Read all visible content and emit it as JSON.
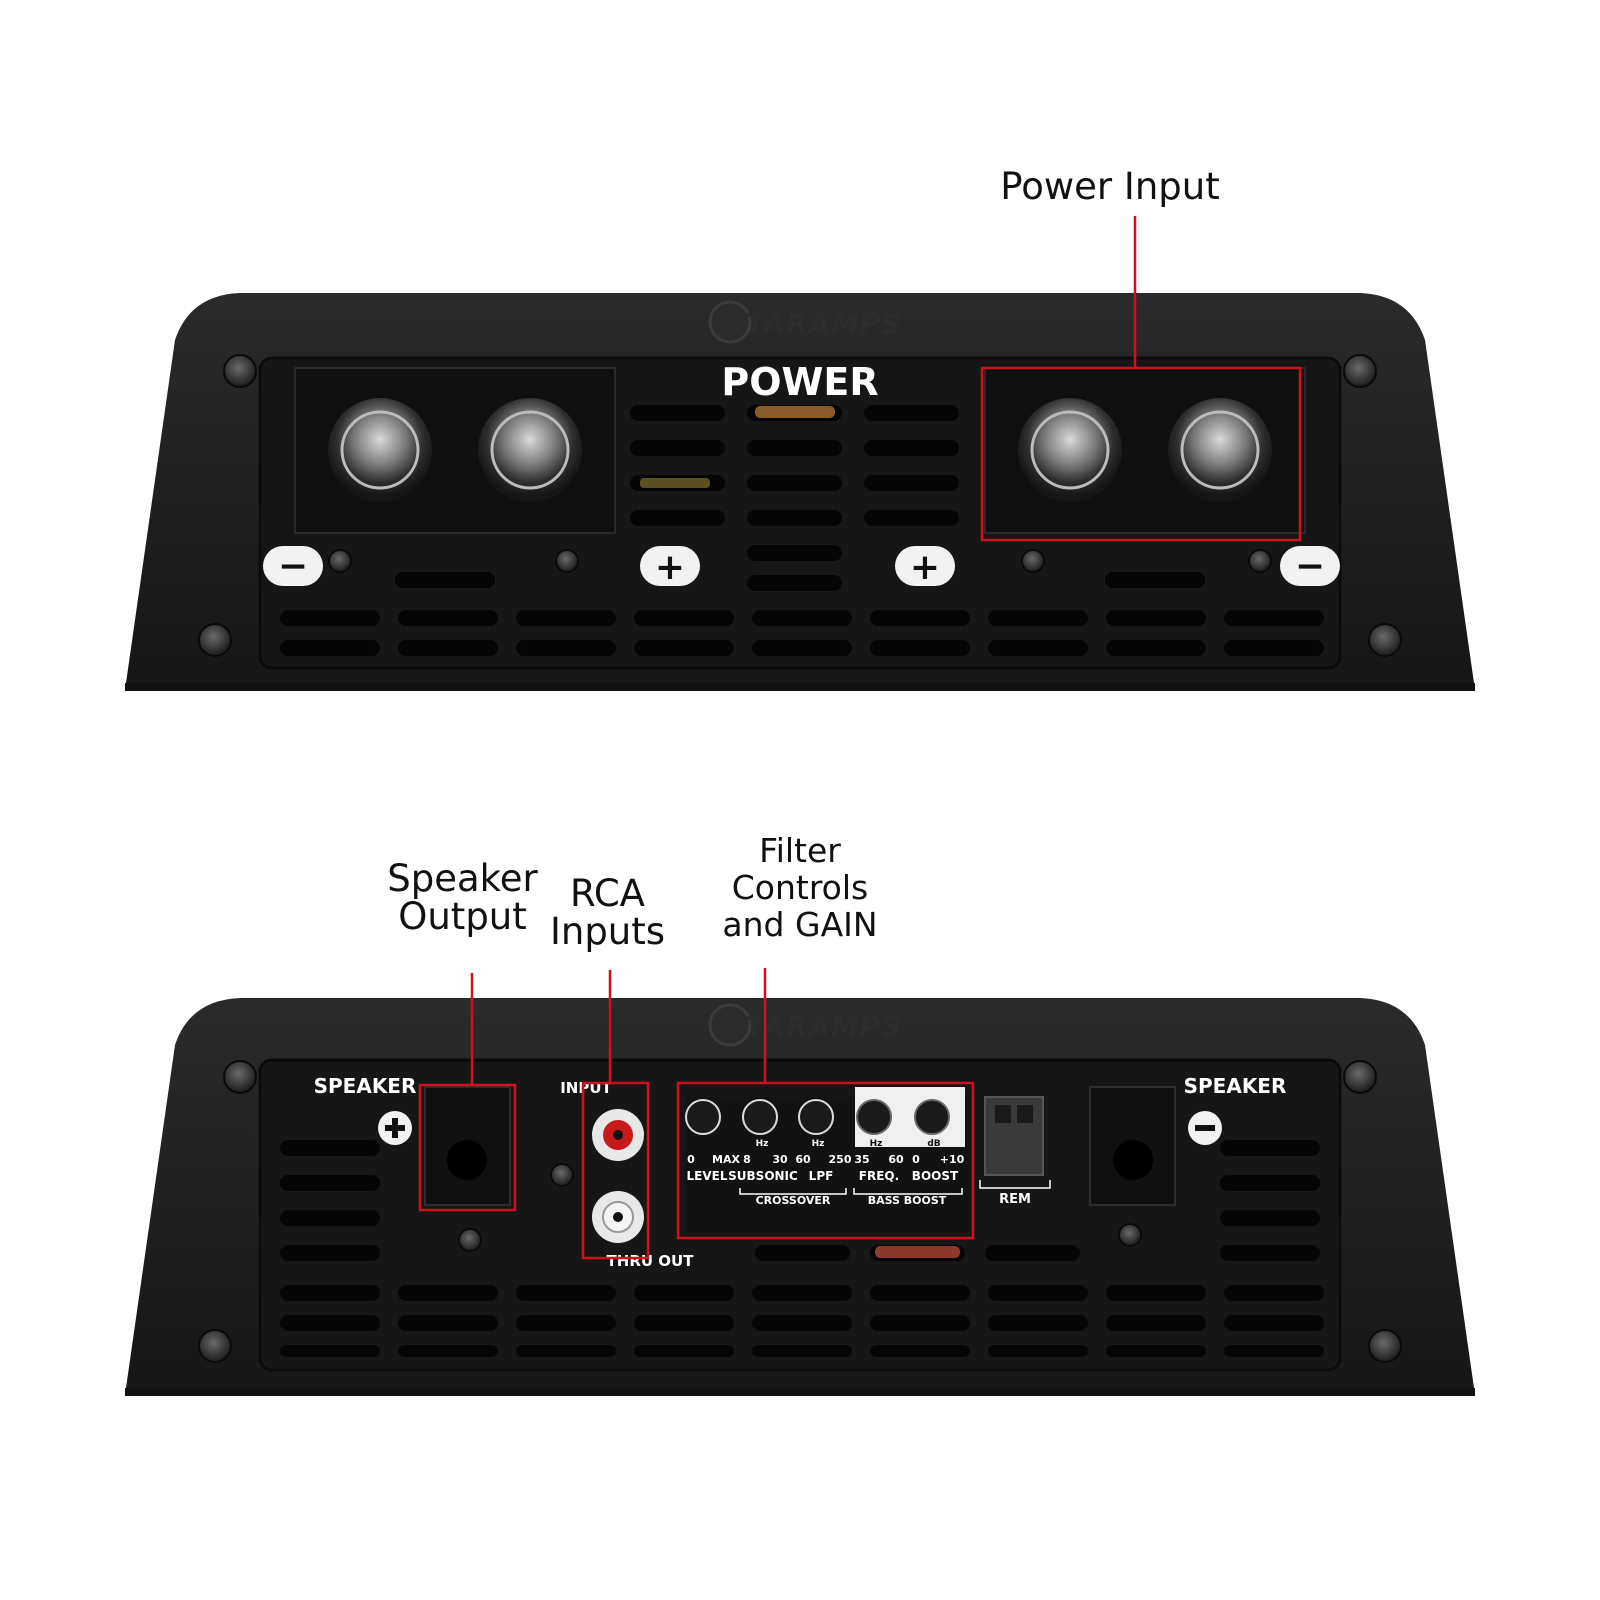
{
  "callouts": {
    "power_input": "Power Input",
    "speaker_output": [
      "Speaker",
      "Output"
    ],
    "rca_inputs": [
      "RCA",
      "Inputs"
    ],
    "filter_controls": [
      "Filter",
      "Controls",
      "and GAIN"
    ]
  },
  "top_panel": {
    "brand": "TARAMPS",
    "power_label": "POWER",
    "terminal_signs": [
      "−",
      "+",
      "+",
      "−"
    ]
  },
  "bottom_panel": {
    "brand": "TARAMPS",
    "speaker_left": "SPEAKER",
    "speaker_right": "SPEAKER",
    "input_label": "INPUT",
    "thru_out_label": "THRU OUT",
    "rem_label": "REM",
    "knobs": [
      {
        "name": "LEVEL",
        "scale": [
          "0",
          "MAX"
        ],
        "unit": ""
      },
      {
        "name": "SUBSONIC",
        "scale": [
          "8",
          "30"
        ],
        "unit": "Hz"
      },
      {
        "name": "LPF",
        "scale": [
          "60",
          "250"
        ],
        "unit": "Hz"
      },
      {
        "name": "FREQ.",
        "scale": [
          "35",
          "60"
        ],
        "unit": "Hz"
      },
      {
        "name": "BOOST",
        "scale": [
          "0",
          "+10"
        ],
        "unit": "dB"
      }
    ],
    "groups": [
      "CROSSOVER",
      "BASS BOOST"
    ]
  },
  "colors": {
    "highlight": "#d0101e",
    "body": "#1f1f1f",
    "panel": "#161616"
  }
}
